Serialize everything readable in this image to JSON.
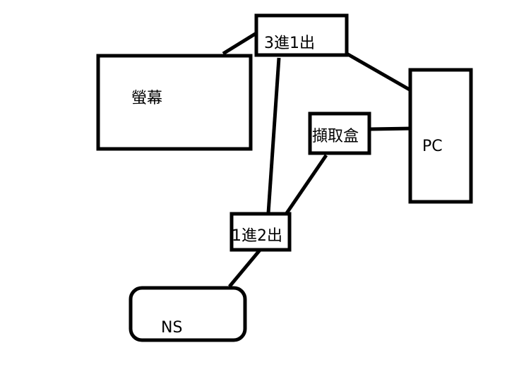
{
  "diagram": {
    "nodes": [
      {
        "id": "monitor",
        "label": "螢幕",
        "shape": "rect"
      },
      {
        "id": "switch3to1",
        "label": "3進1出",
        "shape": "rect"
      },
      {
        "id": "capture",
        "label": "擷取盒",
        "shape": "rect"
      },
      {
        "id": "pc",
        "label": "PC",
        "shape": "rect"
      },
      {
        "id": "splitter1to2",
        "label": "1進2出",
        "shape": "rect"
      },
      {
        "id": "ns",
        "label": "NS",
        "shape": "rounded-rect"
      }
    ],
    "edges": [
      {
        "from": "monitor",
        "to": "switch3to1"
      },
      {
        "from": "switch3to1",
        "to": "pc"
      },
      {
        "from": "switch3to1",
        "to": "splitter1to2"
      },
      {
        "from": "capture",
        "to": "pc"
      },
      {
        "from": "splitter1to2",
        "to": "capture"
      },
      {
        "from": "ns",
        "to": "splitter1to2"
      }
    ],
    "stroke_color": "#000000",
    "background": "#ffffff"
  }
}
